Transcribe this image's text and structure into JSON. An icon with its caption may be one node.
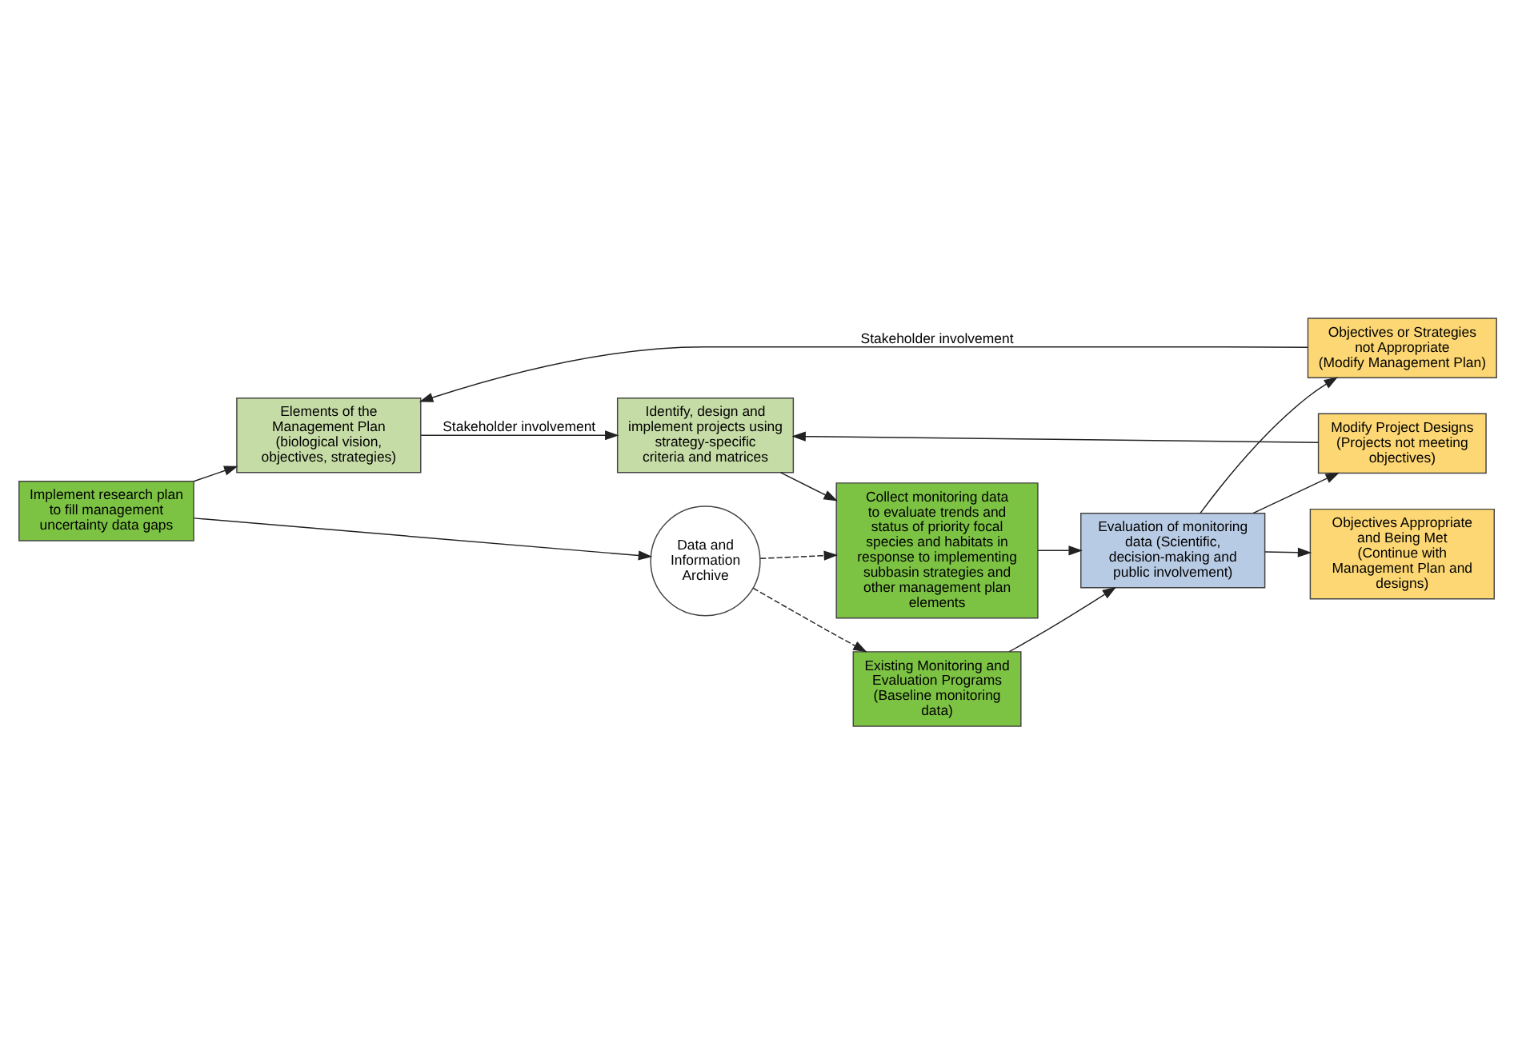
{
  "diagram": {
    "nodes": [
      {
        "text": [
          "Elements of the Management Plan (biological vision, objectives, strategies)"
        ]
      },
      {
        "text": [
          "Objectives or Strategies not Appropriate",
          "(Modify Management Plan)"
        ]
      },
      {
        "text": [
          "Modify Project Designs",
          "(Projects not meeting objectives)"
        ]
      },
      {
        "text": [
          "Identify, design and implement projects using strategy-specific criteria and matrices"
        ]
      },
      {
        "text": [
          "Collect monitoring data to evaluate trends and status of priority focal species and habitats in response to implementing subbasin strategies and other management plan elements"
        ]
      },
      {
        "text": [
          "Evaluation of monitoring data (Scientific, decision-making and public involvement)"
        ]
      },
      {
        "text": [
          "Objectives Appropriate and Being Met",
          "(Continue with Management Plan and designs)"
        ]
      },
      {
        "text": [
          "Existing Monitoring and Evaluation Programs (Baseline monitoring data)"
        ]
      },
      {
        "text": [
          "Implement research plan to fill management uncertainty data gaps"
        ]
      },
      {
        "text": [
          "Data and Information Archive"
        ]
      }
    ],
    "edges": [
      {
        "from": 1,
        "to": 0,
        "arrow": "to",
        "label": "Stakeholder involvement"
      },
      {
        "from": 0,
        "to": 3,
        "arrow": "to",
        "label": "Stakeholder involvement"
      },
      {
        "from": 2,
        "to": 3,
        "arrow": "to"
      },
      {
        "from": 5,
        "to": 2,
        "arrow": "to"
      },
      {
        "from": 5,
        "to": 1,
        "arrow": "to"
      },
      {
        "from": 3,
        "to": 4,
        "arrow": "to"
      },
      {
        "from": 4,
        "to": 5,
        "arrow": "to"
      },
      {
        "from": 5,
        "to": 6,
        "arrow": "to"
      },
      {
        "from": 7,
        "to": 5,
        "arrow": "to"
      },
      {
        "from": 8,
        "to": 9,
        "arrow": "to"
      },
      {
        "from": 9,
        "to": 4,
        "arrow": "to",
        "style": "dashed"
      },
      {
        "from": 9,
        "to": 7,
        "arrow": "to",
        "style": "dashed"
      },
      {
        "from": 8,
        "to": 0,
        "arrow": "to"
      }
    ]
  }
}
